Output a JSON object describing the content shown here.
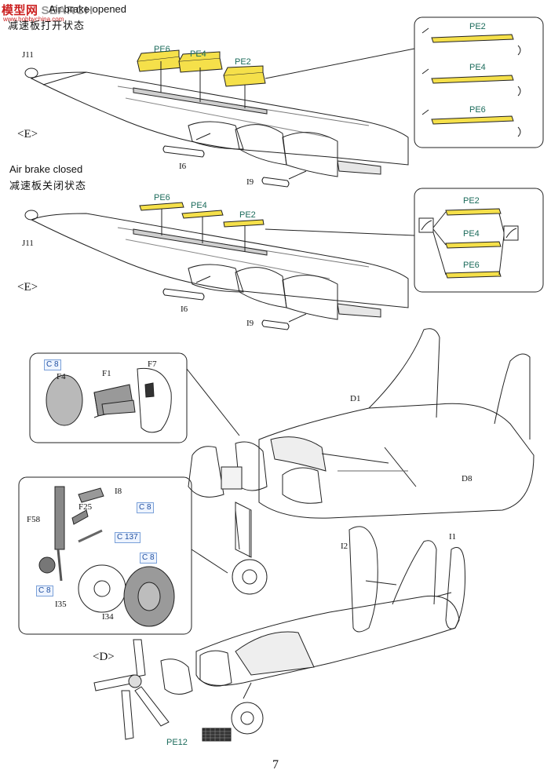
{
  "watermark": {
    "chars": "模型网",
    "text": "SEARCH",
    "url": "www.hobbychina.com"
  },
  "airbrake_open": {
    "caption_en": "Air brake opened",
    "caption_cn": "减速板打开状态"
  },
  "airbrake_closed": {
    "caption_en": "Air brake closed",
    "caption_cn": "减速板关闭状态"
  },
  "step_e": "<E>",
  "step_d": "<D>",
  "parts": {
    "j11": "J11",
    "i6": "I6",
    "i9": "I9",
    "pe2": "PE2",
    "pe4": "PE4",
    "pe6": "PE6",
    "pe12": "PE12",
    "d1": "D1",
    "d8": "D8",
    "f1": "F1",
    "f4": "F4",
    "f7": "F7",
    "f25": "F25",
    "f58": "F58",
    "i1": "I1",
    "i2": "I2",
    "i8": "I8",
    "i34": "I34",
    "i35": "I35"
  },
  "color_refs": {
    "c8": "C 8",
    "c137": "C 137"
  },
  "colors": {
    "pe_yellow": "#f5e04a",
    "pe_text": "#1b6b5b",
    "ref_blue": "#1f4fa0",
    "tire_gray": "#9a9a9a"
  },
  "page_number": "7"
}
